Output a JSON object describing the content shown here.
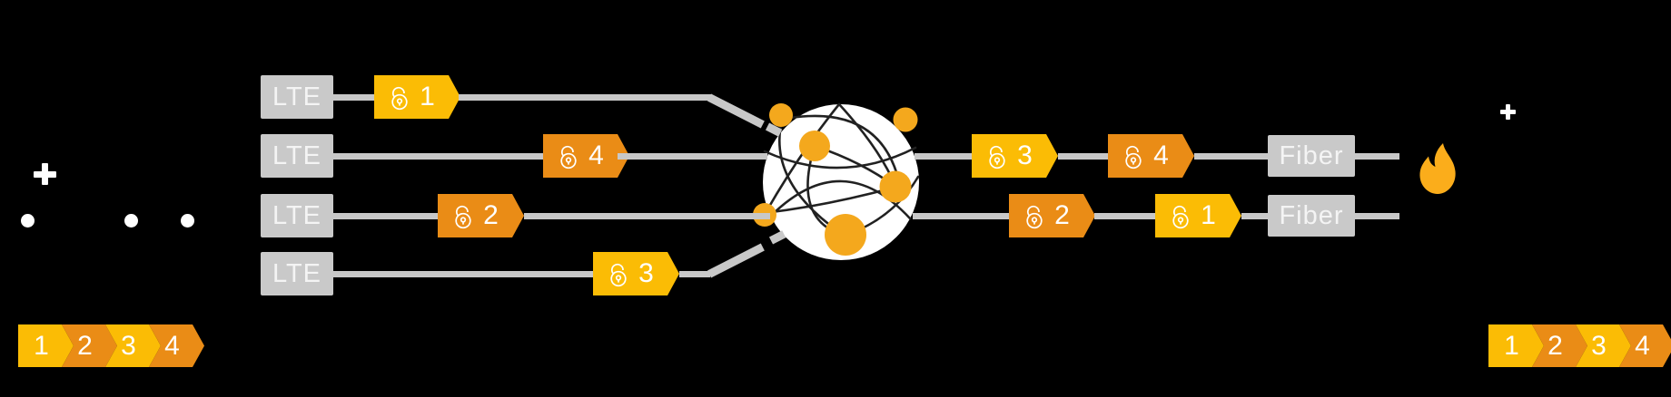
{
  "colors": {
    "yellow": "#FBBC05",
    "orange": "#EA8C16",
    "gray": "#C9C9C9",
    "line_gray": "#C8C8C8",
    "node_orange": "#F4A81D",
    "globe_line": "#212121",
    "globe_fill": "#FFFFFF",
    "flame": "#FBAD1B",
    "white": "#FFFFFF",
    "background": "#000000"
  },
  "icons": {
    "padlock": "open-padlock",
    "globe": "internet-globe",
    "flame": "flame",
    "plus": "plus",
    "dot": "dot"
  },
  "lte_rows": [
    {
      "box_label": "LTE",
      "badge": {
        "number": "1",
        "color": "yellow"
      }
    },
    {
      "box_label": "LTE",
      "badge": {
        "number": "4",
        "color": "orange"
      }
    },
    {
      "box_label": "LTE",
      "badge": {
        "number": "2",
        "color": "orange"
      }
    },
    {
      "box_label": "LTE",
      "badge": {
        "number": "3",
        "color": "yellow"
      }
    }
  ],
  "right_rows": [
    {
      "badges": [
        {
          "number": "3",
          "color": "yellow"
        },
        {
          "number": "4",
          "color": "orange"
        }
      ],
      "box_label": "Fiber"
    },
    {
      "badges": [
        {
          "number": "2",
          "color": "orange"
        },
        {
          "number": "1",
          "color": "yellow"
        }
      ],
      "box_label": "Fiber"
    }
  ],
  "sequence_bars": {
    "left": {
      "items": [
        "1",
        "2",
        "3",
        "4"
      ],
      "colors": [
        "yellow",
        "orange",
        "yellow",
        "orange"
      ]
    },
    "right": {
      "items": [
        "1",
        "2",
        "3",
        "4"
      ],
      "colors": [
        "yellow",
        "orange",
        "yellow",
        "orange"
      ]
    }
  }
}
